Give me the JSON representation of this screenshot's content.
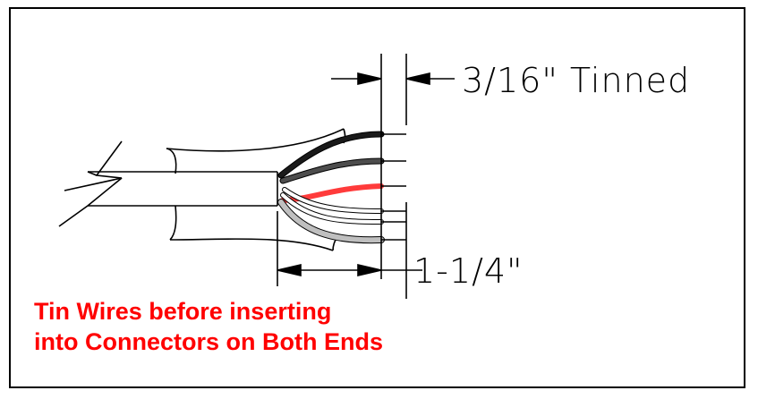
{
  "dimensions": {
    "tinned_length": "3/16\" Tinned",
    "strip_length": "1-1/4\""
  },
  "note": {
    "line1": "Tin Wires before inserting",
    "line2": "into Connectors on Both Ends"
  },
  "colors": {
    "line": "#000000",
    "note_text": "#ff0000",
    "wire_black": "#1a1a1a",
    "wire_dark_gray": "#4d4d4d",
    "wire_red": "#ff3b3b",
    "wire_light_gray": "#bfbfbf",
    "wire_white": "#ffffff"
  }
}
